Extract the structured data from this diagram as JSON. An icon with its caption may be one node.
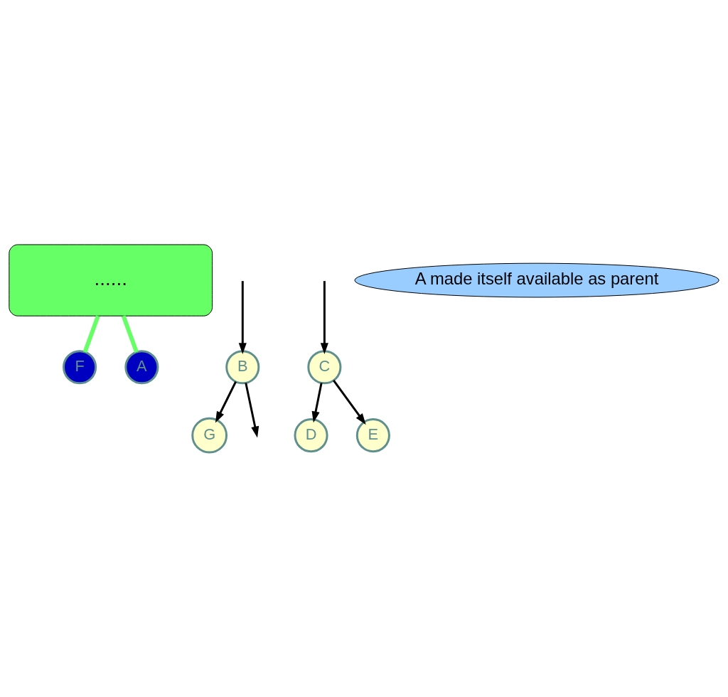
{
  "diagram": {
    "nodes": [
      {
        "text": [
          "......"
        ]
      },
      {
        "text": [
          "F"
        ]
      },
      {
        "text": [
          "B"
        ]
      },
      {
        "text": [
          "C"
        ]
      },
      {
        "text": [
          "A"
        ]
      },
      {
        "text": [
          "G"
        ]
      },
      {
        "text": [
          "D"
        ]
      },
      {
        "text": [
          "E"
        ]
      },
      {
        "text": [
          "A made itself available as parent"
        ]
      }
    ],
    "edges": [
      {
        "from": 0,
        "to": 1,
        "arrow": "none",
        "style": "thick",
        "color": "#66ff66"
      },
      {
        "from": 0,
        "to": 4,
        "arrow": "none",
        "style": "thick",
        "color": "#66ff66"
      },
      {
        "from": null,
        "to": 2,
        "arrow": "to"
      },
      {
        "from": null,
        "to": 3,
        "arrow": "to"
      },
      {
        "from": 2,
        "to": null,
        "arrow": "to"
      },
      {
        "from": 2,
        "to": 5,
        "arrow": "to"
      },
      {
        "from": 3,
        "to": 6,
        "arrow": "to"
      },
      {
        "from": 3,
        "to": 7,
        "arrow": "to"
      }
    ]
  }
}
